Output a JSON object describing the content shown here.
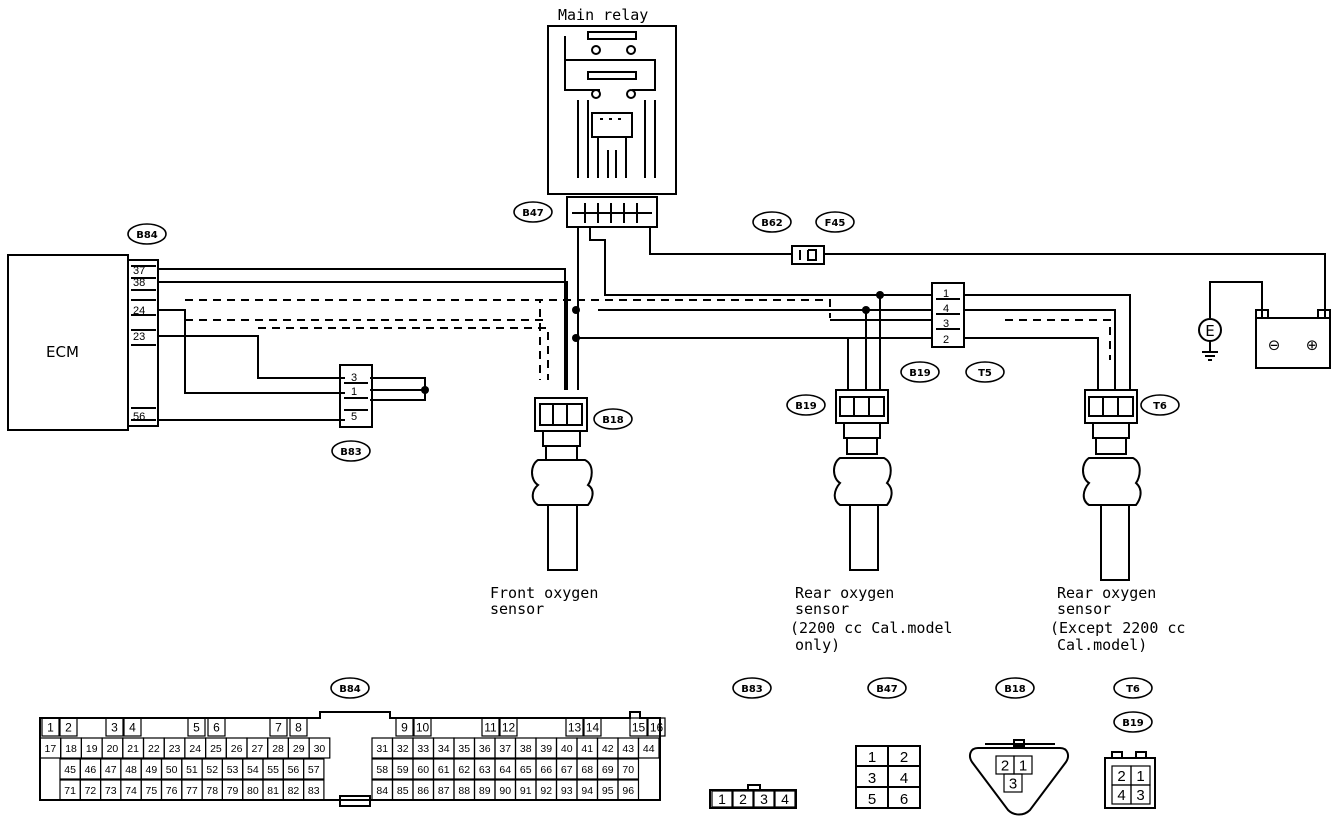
{
  "main_relay": {
    "title": "Main relay"
  },
  "ecm": {
    "label": "ECM",
    "pins": [
      "37",
      "38",
      "24",
      "23",
      "56"
    ]
  },
  "connectors": {
    "B84": "B84",
    "B83": "B83",
    "B47": "B47",
    "B62": "B62",
    "F45": "F45",
    "B18": "B18",
    "B19": "B19",
    "T5": "T5",
    "T6": "T6"
  },
  "b83_pins": [
    "3",
    "1",
    "5"
  ],
  "t5_pins": [
    "1",
    "4",
    "3",
    "2"
  ],
  "sensors": {
    "front": [
      "Front oxygen",
      "sensor"
    ],
    "rear1": [
      "Rear oxygen",
      "sensor",
      "(2200 cc Cal.model",
      "only)"
    ],
    "rear2": [
      "Rear oxygen",
      "sensor",
      "(Except 2200 cc",
      "Cal.model)"
    ]
  },
  "b84_rows": {
    "row1": [
      "1",
      "2",
      "3",
      "4",
      "5",
      "6",
      "7",
      "8",
      "9",
      "10",
      "11",
      "12",
      "13",
      "14",
      "15",
      "16"
    ],
    "row2": [
      "17",
      "18",
      "19",
      "20",
      "21",
      "22",
      "23",
      "24",
      "25",
      "26",
      "27",
      "28",
      "29",
      "30",
      "31",
      "32",
      "33",
      "34",
      "35",
      "36",
      "37",
      "38",
      "39",
      "40",
      "41",
      "42",
      "43",
      "44"
    ],
    "row3": [
      "45",
      "46",
      "47",
      "48",
      "49",
      "50",
      "51",
      "52",
      "53",
      "54",
      "55",
      "56",
      "57",
      "58",
      "59",
      "60",
      "61",
      "62",
      "63",
      "64",
      "65",
      "66",
      "67",
      "68",
      "69",
      "70"
    ],
    "row4": [
      "71",
      "72",
      "73",
      "74",
      "75",
      "76",
      "77",
      "78",
      "79",
      "80",
      "81",
      "82",
      "83",
      "84",
      "85",
      "86",
      "87",
      "88",
      "89",
      "90",
      "91",
      "92",
      "93",
      "94",
      "95",
      "96"
    ]
  },
  "b83_face": [
    "1",
    "2",
    "3",
    "4"
  ],
  "b47_face": [
    "1",
    "2",
    "3",
    "4",
    "5",
    "6"
  ],
  "b18_face": [
    "2",
    "1",
    "3"
  ],
  "t6_face": [
    "2",
    "1",
    "4",
    "3"
  ],
  "ground_symbol": "E",
  "battery": {
    "minus": "⊖",
    "plus": "⊕"
  }
}
